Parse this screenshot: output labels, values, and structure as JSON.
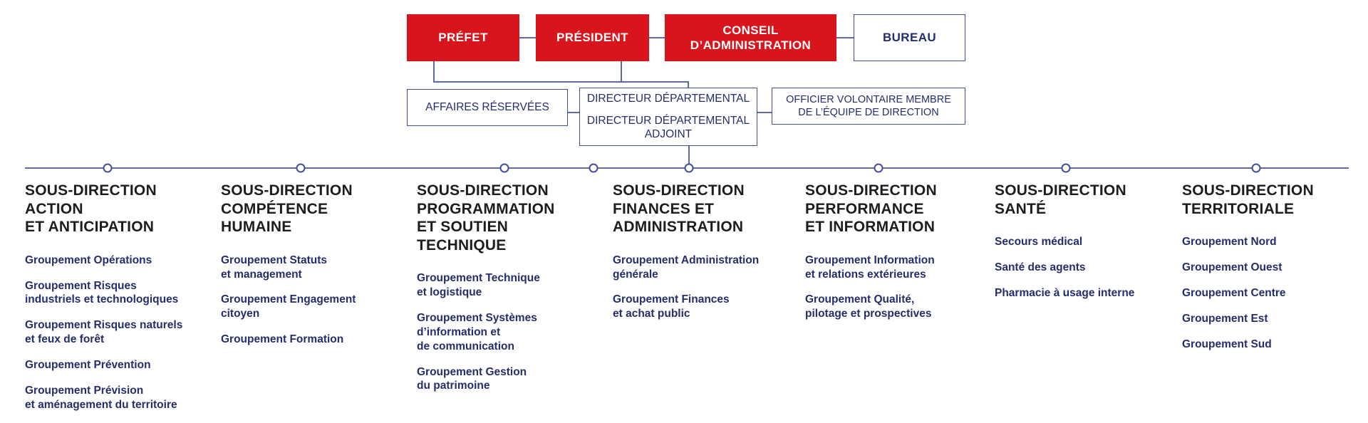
{
  "colors": {
    "red": "#d8141c",
    "navy_text": "#252e6b",
    "box_border": "#454f93",
    "connector_line": "#6069a4",
    "title_black": "#1d1d1b"
  },
  "top_row": {
    "prefet": "PRÉFET",
    "president": "PRÉSIDENT",
    "conseil": "CONSEIL\nD’ADMINISTRATION",
    "bureau": "BUREAU"
  },
  "direction_row": {
    "affaires_reservees": "AFFAIRES RÉSERVÉES",
    "directeur": "DIRECTEUR DÉPARTEMENTAL",
    "directeur_adjoint": "DIRECTEUR DÉPARTEMENTAL\nADJOINT",
    "officier_volontaire": "OFFICIER VOLONTAIRE MEMBRE\nDE L’ÉQUIPE DE DIRECTION"
  },
  "sous_directions": [
    {
      "title": "SOUS-DIRECTION\nACTION\nET ANTICIPATION",
      "items": [
        "Groupement Opérations",
        "Groupement Risques\nindustriels et technologiques",
        "Groupement Risques naturels\net feux de forêt",
        "Groupement Prévention",
        "Groupement Prévision\net aménagement du territoire"
      ]
    },
    {
      "title": "SOUS-DIRECTION\nCOMPÉTENCE\nHUMAINE",
      "items": [
        "Groupement Statuts\net management",
        "Groupement Engagement\ncitoyen",
        "Groupement Formation"
      ]
    },
    {
      "title": "SOUS-DIRECTION\nPROGRAMMATION\nET SOUTIEN\nTECHNIQUE",
      "items": [
        "Groupement Technique\net logistique",
        "Groupement Systèmes\nd’information et\nde communication",
        "Groupement Gestion\ndu patrimoine"
      ]
    },
    {
      "title": "SOUS-DIRECTION\nFINANCES ET\nADMINISTRATION",
      "items": [
        "Groupement Administration\ngénérale",
        "Groupement Finances\net achat public"
      ]
    },
    {
      "title": "SOUS-DIRECTION\nPERFORMANCE\nET INFORMATION",
      "items": [
        "Groupement Information\net relations extérieures",
        "Groupement Qualité,\npilotage et prospectives"
      ]
    },
    {
      "title": "SOUS-DIRECTION\nSANTÉ",
      "items": [
        "Secours médical",
        "Santé des agents",
        "Pharmacie à usage interne"
      ]
    },
    {
      "title": "SOUS-DIRECTION\nTERRITORIALE",
      "items": [
        "Groupement Nord",
        "Groupement Ouest",
        "Groupement Centre",
        "Groupement Est",
        "Groupement Sud"
      ]
    }
  ]
}
